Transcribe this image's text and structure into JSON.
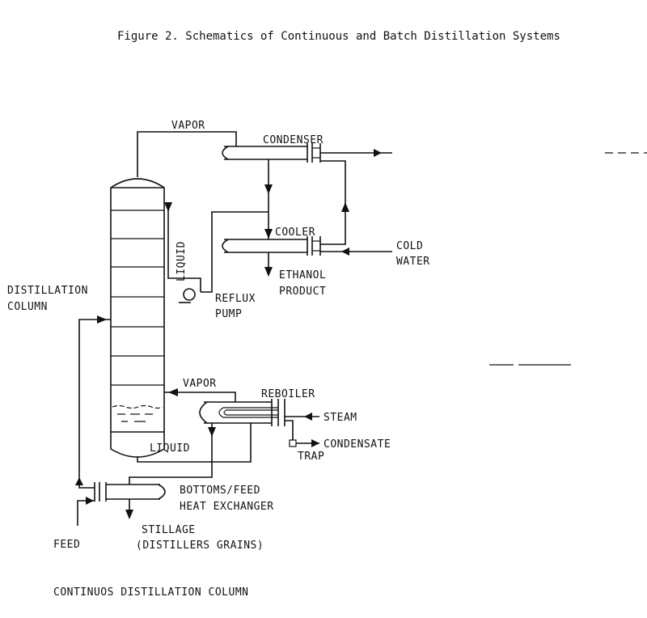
{
  "title": "Figure 2. Schematics of Continuous and Batch Distillation Systems",
  "labels": {
    "vapor_top": "VAPOR",
    "condenser": "CONDENSER",
    "cooler": "COOLER",
    "liquid_reflux": "LIQUID",
    "cold": "COLD",
    "water": "WATER",
    "ethanol": "ETHANOL",
    "product": "PRODUCT",
    "distillation": "DISTILLATION",
    "column": "COLUMN",
    "reflux": "REFLUX",
    "pump": "PUMP",
    "vapor_mid": "VAPOR",
    "reboiler": "REBOILER",
    "steam": "STEAM",
    "condensate": "CONDENSATE",
    "trap": "TRAP",
    "liquid_bottom": "LIQUID",
    "bottoms_feed": "BOTTOMS/FEED",
    "heat_exchanger": "HEAT EXCHANGER",
    "stillage": "STILLAGE",
    "distillers_grains": "(DISTILLERS GRAINS)",
    "feed": "FEED"
  },
  "caption": "CONTINUOS DISTILLATION COLUMN"
}
